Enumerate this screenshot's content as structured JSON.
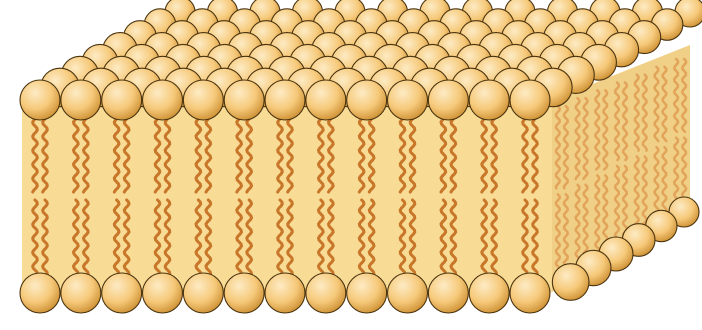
{
  "diagram": {
    "subject": "phospholipid-bilayer",
    "colors": {
      "background": "#ffffff",
      "head_fill": "#f6c97a",
      "head_highlight": "#fdebc4",
      "head_shadow": "#c98a2c",
      "head_outline": "#4a3410",
      "core_fill": "#f8dc96",
      "side_fill": "#f0cf86",
      "tail": "#c8772a",
      "tail_light": "#e2a35a"
    },
    "layers": [
      "outer-leaflet",
      "inner-leaflet"
    ]
  }
}
